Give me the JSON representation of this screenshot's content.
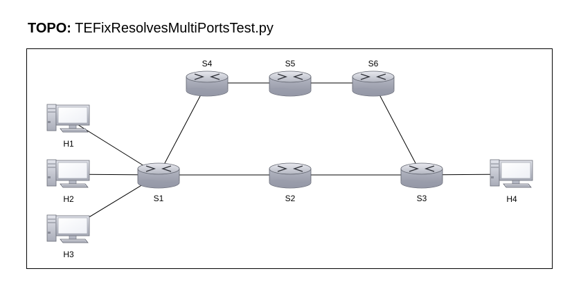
{
  "title": {
    "prefix": "TOPO:",
    "name": "TEFixResolvesMultiPortsTest.py"
  },
  "switches": [
    {
      "id": "S1",
      "label": "S1"
    },
    {
      "id": "S2",
      "label": "S2"
    },
    {
      "id": "S3",
      "label": "S3"
    },
    {
      "id": "S4",
      "label": "S4"
    },
    {
      "id": "S5",
      "label": "S5"
    },
    {
      "id": "S6",
      "label": "S6"
    }
  ],
  "hosts": [
    {
      "id": "H1",
      "label": "H1"
    },
    {
      "id": "H2",
      "label": "H2"
    },
    {
      "id": "H3",
      "label": "H3"
    },
    {
      "id": "H4",
      "label": "H4"
    }
  ],
  "links": [
    [
      "H1",
      "S1"
    ],
    [
      "H2",
      "S1"
    ],
    [
      "H3",
      "S1"
    ],
    [
      "S1",
      "S4"
    ],
    [
      "S4",
      "S5"
    ],
    [
      "S5",
      "S6"
    ],
    [
      "S6",
      "S3"
    ],
    [
      "S1",
      "S2"
    ],
    [
      "S2",
      "S3"
    ],
    [
      "S3",
      "H4"
    ]
  ]
}
